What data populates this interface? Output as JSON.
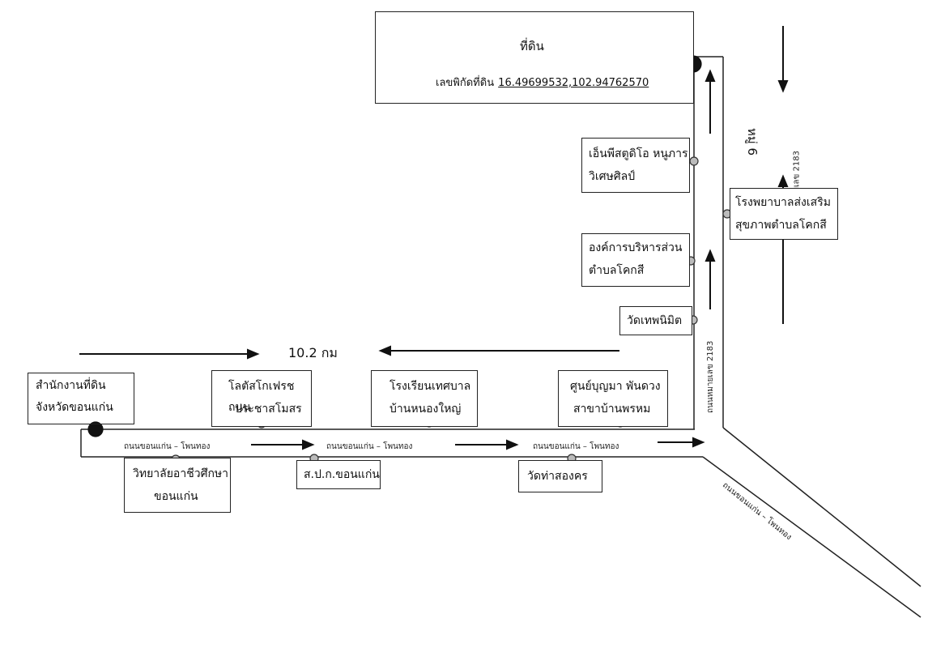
{
  "land": {
    "title": "ที่ดิน",
    "coord_label": "เลขพิกัดที่ดิน",
    "coord_value": "16.49699532,102.94762570"
  },
  "distance": "10.2 กม",
  "moo": "หมู่ 6",
  "roads": {
    "horizontal": "ถนนขอนแก่น – โพนทอง",
    "diagonal": "ถนนขอนแก่น – โพนทอง",
    "vertical": "ถนนหมายเลข 2183"
  },
  "places": {
    "origin": [
      "สำนักงานที่ดิน",
      "จังหวัดขอนแก่น"
    ],
    "lotus": [
      "โลตัสโกเฟรช ถนน",
      "ประชาสโมสร"
    ],
    "school": [
      "โรงเรียนเทศบาล",
      "บ้านหนองใหญ่"
    ],
    "bank": [
      "ศูนย์บุญมา พันดวง",
      "สาขาบ้านพรหม"
    ],
    "college": [
      "วิทยาลัยอาชีวศึกษา",
      "ขอนแก่น"
    ],
    "spk": [
      "ส.ป.ก.ขอนแก่น"
    ],
    "wat_tha": [
      "วัดท่าสองคร"
    ],
    "wat_thep": [
      "วัดเทพนิมิต"
    ],
    "sao": [
      "องค์การบริหารส่วน",
      "ตำบลโคกสี"
    ],
    "studio": [
      "เอ็นพีสตูดิโอ หนูภาร",
      "วิเศษศิลป์"
    ],
    "hospital": [
      "โรงพยาบาลส่งเสริม",
      "สุขภาพตำบลโคกสี"
    ]
  }
}
